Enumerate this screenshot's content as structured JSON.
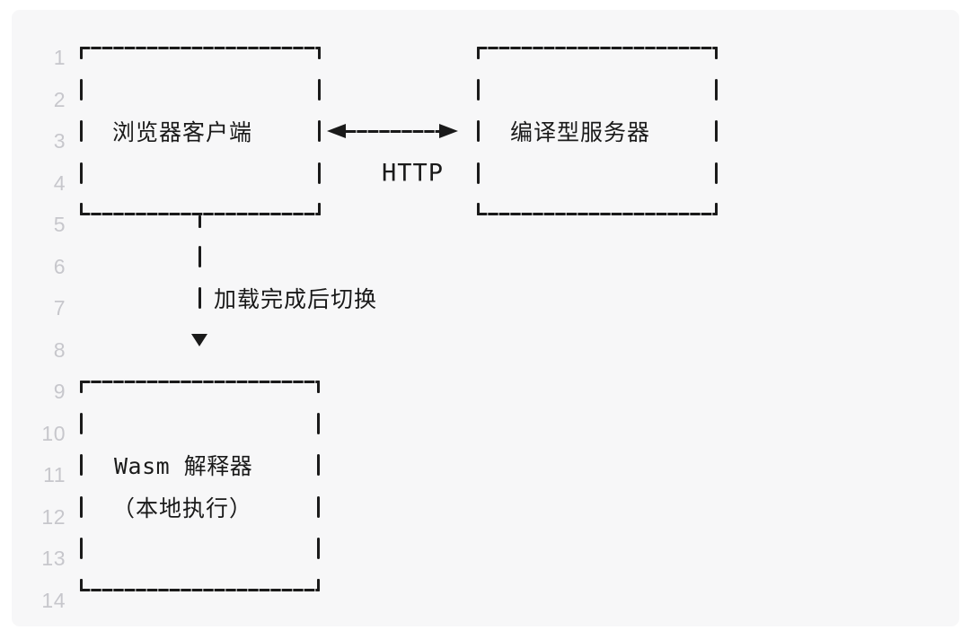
{
  "page": {
    "background": "#ffffff"
  },
  "card": {
    "background": "#f7f7f8",
    "stroke_color": "#1a1a1a",
    "line_number_color": "#c7c7cc"
  },
  "gutter": {
    "line_numbers": [
      "1",
      "2",
      "3",
      "4",
      "5",
      "6",
      "7",
      "8",
      "9",
      "10",
      "11",
      "12",
      "13",
      "14"
    ]
  },
  "diagram": {
    "boxes": [
      {
        "id": "browser-client",
        "label": "浏览器客户端"
      },
      {
        "id": "compiled-server",
        "label": "编译型服务器"
      },
      {
        "id": "wasm-interpreter",
        "label": "Wasm 解释器",
        "sublabel": "（本地执行）"
      }
    ],
    "connections": [
      {
        "id": "http-link",
        "type": "double-arrow",
        "label": "HTTP",
        "from": "browser-client",
        "to": "compiled-server"
      },
      {
        "id": "switch-link",
        "type": "down-arrow",
        "label": "加载完成后切换",
        "from": "browser-client",
        "to": "wasm-interpreter"
      }
    ]
  }
}
